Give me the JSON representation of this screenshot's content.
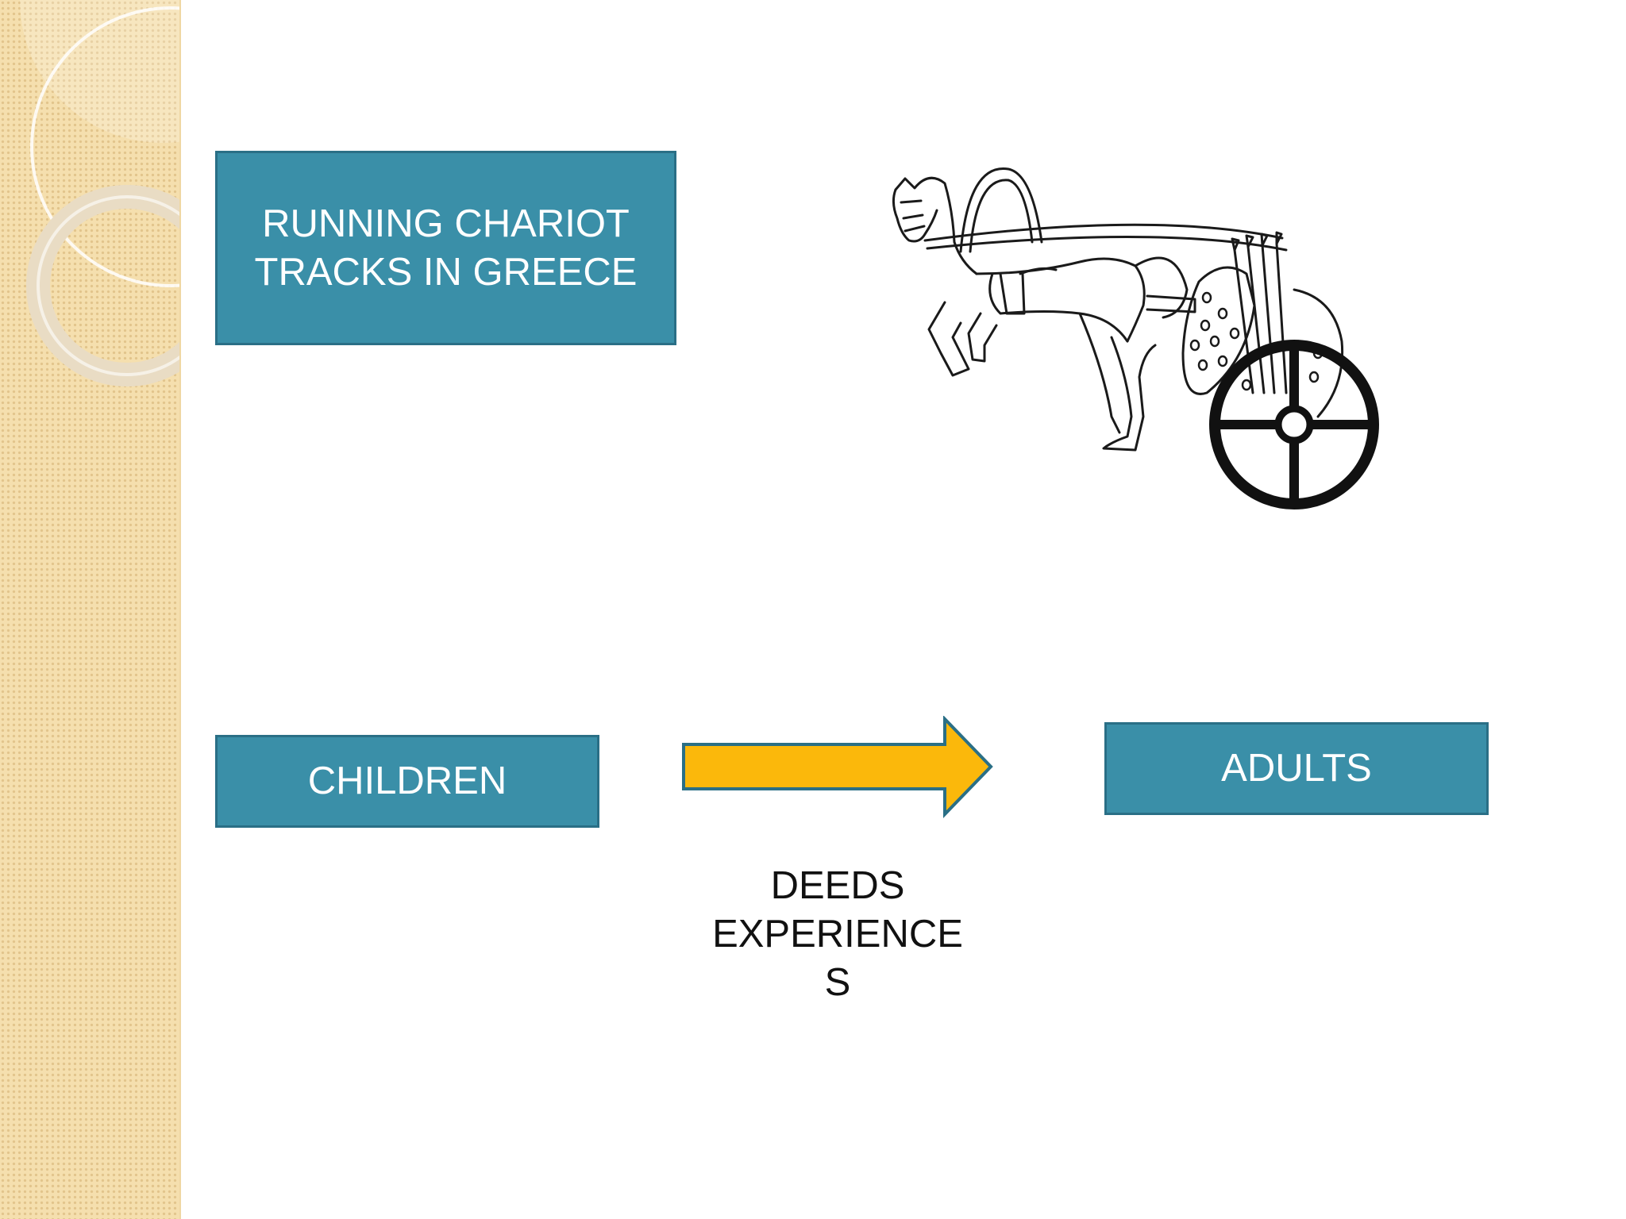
{
  "slide": {
    "title_box": {
      "text": "RUNNING CHARIOT\nTRACKS IN GREECE"
    },
    "children_box": {
      "text": "CHILDREN"
    },
    "adults_box": {
      "text": "ADULTS"
    },
    "arrow_label": {
      "text": "DEEDS\nEXPERIENCE\nS"
    }
  },
  "colors": {
    "box_fill": "#3a8fa8",
    "box_border": "#2a6f86",
    "arrow_fill": "#fbb80b",
    "arrow_border": "#2a6f86",
    "sidebar": "#f5dfae"
  },
  "images": {
    "chariot": "horse-drawn-chariot-illustration"
  }
}
